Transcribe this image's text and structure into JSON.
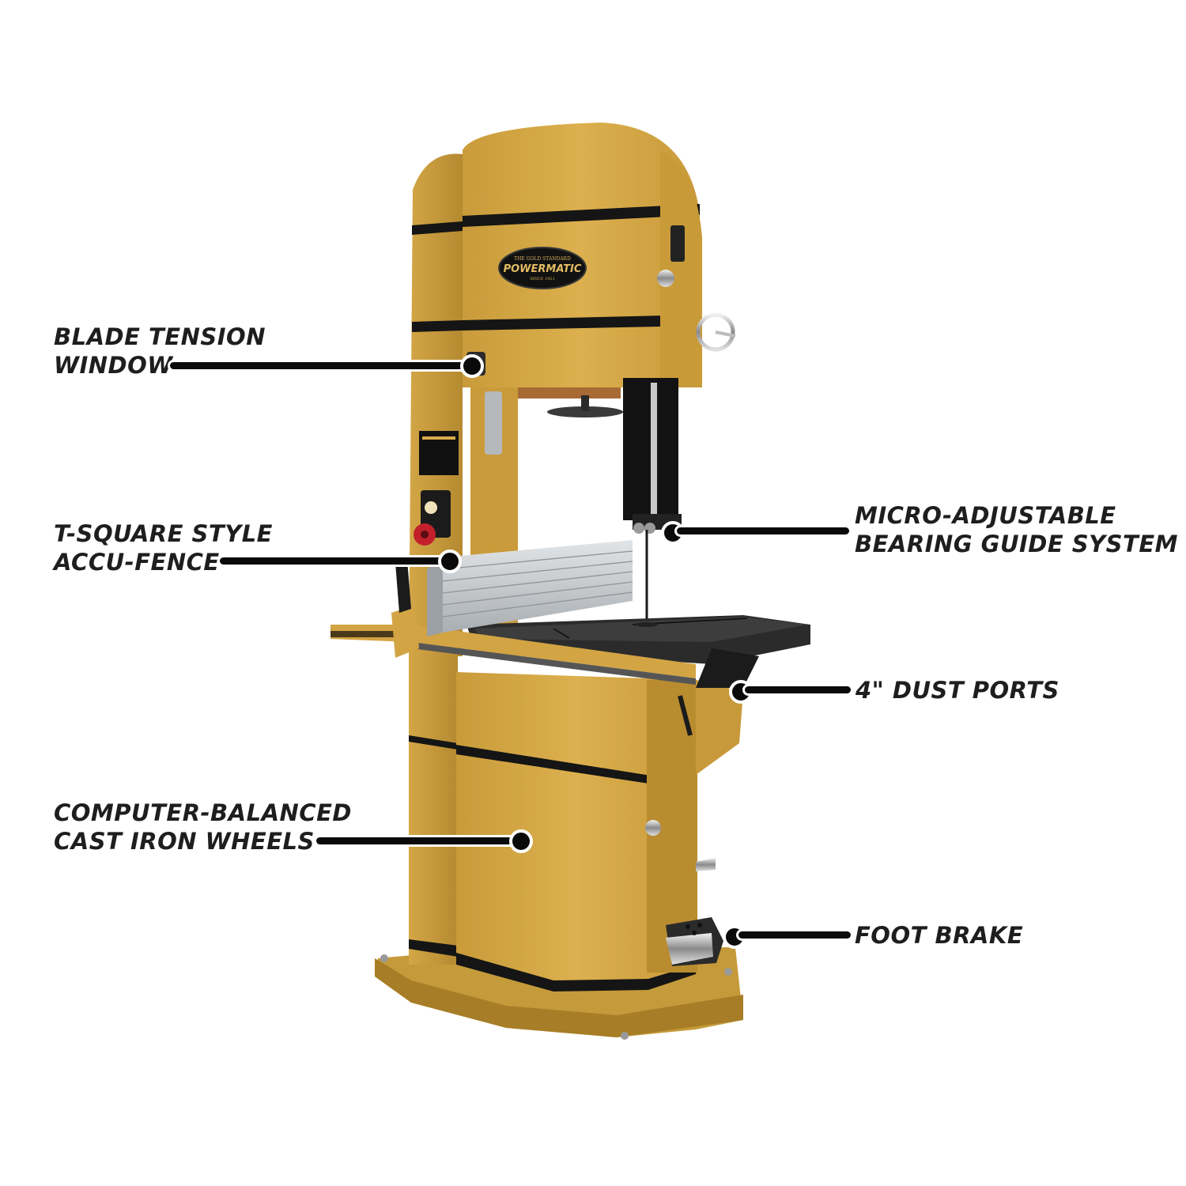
{
  "product": {
    "brand": "POWERMATIC",
    "badge_top": "THE GOLD STANDARD",
    "badge_bottom": "SINCE 1921",
    "colors": {
      "body_gold": "#d9ac4a",
      "body_gold_dark": "#b98c2e",
      "stripe": "#151515",
      "table_black": "#1c1c1c",
      "fence_aluminum": "#c9cdd0",
      "background": "#ffffff",
      "label_text": "#1e1e1e"
    }
  },
  "callouts": [
    {
      "id": "blade-tension-window",
      "lines": [
        "BLADE TENSION",
        "WINDOW"
      ],
      "side": "left"
    },
    {
      "id": "t-square-fence",
      "lines": [
        "T-SQUARE STYLE",
        "ACCU-FENCE"
      ],
      "side": "left"
    },
    {
      "id": "cast-iron-wheels",
      "lines": [
        "COMPUTER-BALANCED",
        "CAST IRON WHEELS"
      ],
      "side": "left"
    },
    {
      "id": "bearing-guide",
      "lines": [
        "MICRO-ADJUSTABLE",
        "BEARING GUIDE SYSTEM"
      ],
      "side": "right"
    },
    {
      "id": "dust-ports",
      "lines": [
        "4\" DUST PORTS"
      ],
      "side": "right"
    },
    {
      "id": "foot-brake",
      "lines": [
        "FOOT BRAKE"
      ],
      "side": "right"
    }
  ]
}
